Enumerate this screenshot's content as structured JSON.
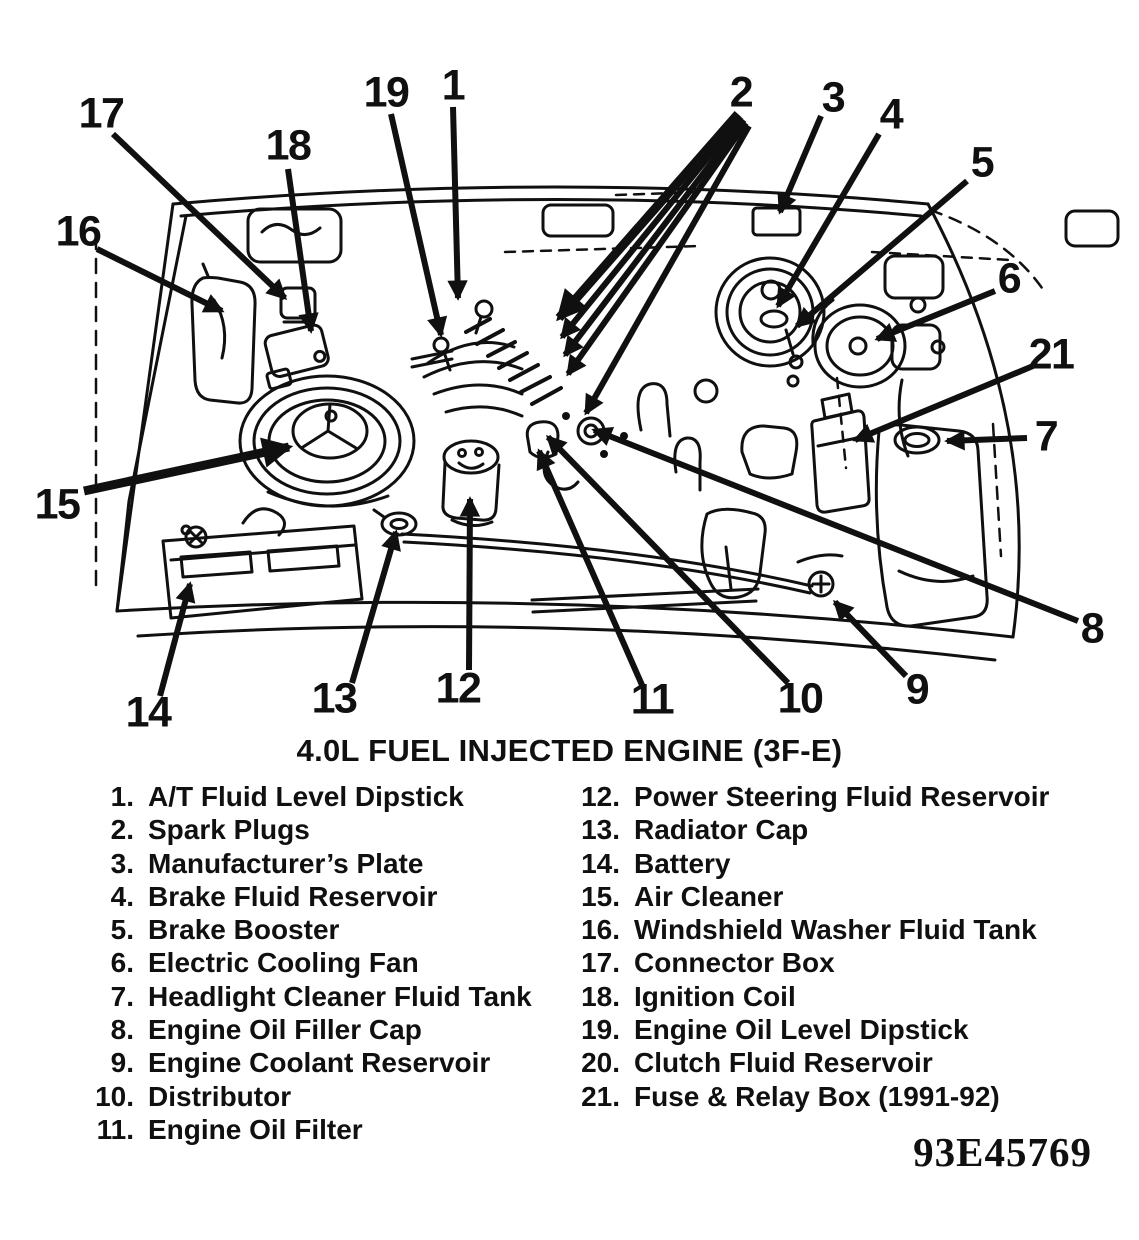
{
  "figure": {
    "title": "4.0L FUEL INJECTED ENGINE (3F-E)",
    "code": "93E45769"
  },
  "ink_color": "#101010",
  "callouts": [
    {
      "id": "1",
      "label": "1"
    },
    {
      "id": "2",
      "label": "2"
    },
    {
      "id": "3",
      "label": "3"
    },
    {
      "id": "4",
      "label": "4"
    },
    {
      "id": "5",
      "label": "5"
    },
    {
      "id": "6",
      "label": "6"
    },
    {
      "id": "7",
      "label": "7"
    },
    {
      "id": "8",
      "label": "8"
    },
    {
      "id": "9",
      "label": "9"
    },
    {
      "id": "10",
      "label": "10"
    },
    {
      "id": "11",
      "label": "11"
    },
    {
      "id": "12",
      "label": "12"
    },
    {
      "id": "13",
      "label": "13"
    },
    {
      "id": "14",
      "label": "14"
    },
    {
      "id": "15",
      "label": "15"
    },
    {
      "id": "16",
      "label": "16"
    },
    {
      "id": "17",
      "label": "17"
    },
    {
      "id": "18",
      "label": "18"
    },
    {
      "id": "19",
      "label": "19"
    },
    {
      "id": "21",
      "label": "21"
    }
  ],
  "legend": {
    "left": [
      {
        "num": "1.",
        "text": "A/T Fluid Level Dipstick"
      },
      {
        "num": "2.",
        "text": "Spark Plugs"
      },
      {
        "num": "3.",
        "text": "Manufacturer’s Plate"
      },
      {
        "num": "4.",
        "text": "Brake Fluid Reservoir"
      },
      {
        "num": "5.",
        "text": "Brake Booster"
      },
      {
        "num": "6.",
        "text": "Electric Cooling Fan"
      },
      {
        "num": "7.",
        "text": "Headlight Cleaner Fluid Tank"
      },
      {
        "num": "8.",
        "text": "Engine Oil Filler Cap"
      },
      {
        "num": "9.",
        "text": "Engine Coolant Reservoir"
      },
      {
        "num": "10.",
        "text": "Distributor"
      },
      {
        "num": "11.",
        "text": "Engine Oil Filter"
      }
    ],
    "right": [
      {
        "num": "12.",
        "text": "Power Steering Fluid Reservoir"
      },
      {
        "num": "13.",
        "text": "Radiator Cap"
      },
      {
        "num": "14.",
        "text": "Battery"
      },
      {
        "num": "15.",
        "text": "Air Cleaner"
      },
      {
        "num": "16.",
        "text": "Windshield Washer Fluid Tank"
      },
      {
        "num": "17.",
        "text": "Connector Box"
      },
      {
        "num": "18.",
        "text": "Ignition Coil"
      },
      {
        "num": "19.",
        "text": "Engine Oil Level Dipstick"
      },
      {
        "num": "20.",
        "text": "Clutch Fluid Reservoir"
      },
      {
        "num": "21.",
        "text": "Fuse & Relay Box (1991-92)"
      }
    ]
  }
}
